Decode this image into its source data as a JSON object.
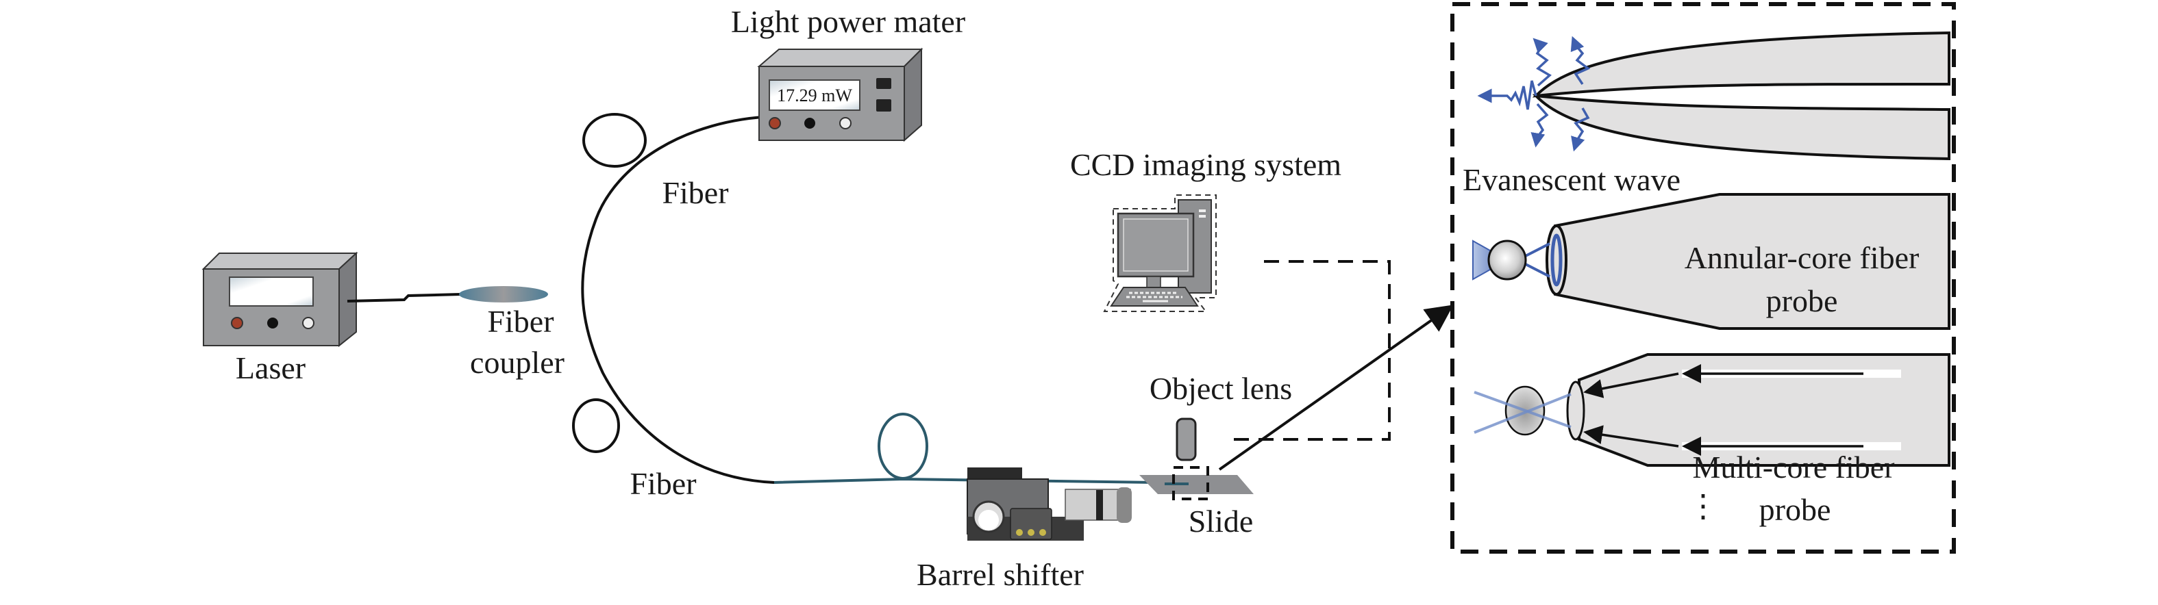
{
  "figure": {
    "type": "experimental setup schematic",
    "labels": {
      "laser": "Laser",
      "light_power_meter": "Light power mater",
      "power_reading": "17.29 mW",
      "fiber_upper": "Fiber",
      "fiber_lower": "Fiber",
      "fiber_coupler_line1": "Fiber",
      "fiber_coupler_line2": "coupler",
      "ccd_imaging_system": "CCD imaging system",
      "object_lens": "Object lens",
      "slide": "Slide",
      "barrel_shifter": "Barrel shifter"
    },
    "inset": {
      "evanescent_wave": "Evanescent wave",
      "annular_probe_line1": "Annular-core fiber",
      "annular_probe_line2": "probe",
      "multicore_probe_line1": "Multi-core fiber",
      "multicore_probe_line2": "probe",
      "ellipsis": "⋮"
    },
    "colors": {
      "device_gray": "#9a9b9d",
      "device_top": "#c4c5c7",
      "device_side": "#7b7c7f",
      "fiber_teal": "#2c5a6b",
      "wave_blue": "#3f5fae",
      "probe_fill": "#e2e1e1",
      "port_red": "#a3402a"
    }
  }
}
